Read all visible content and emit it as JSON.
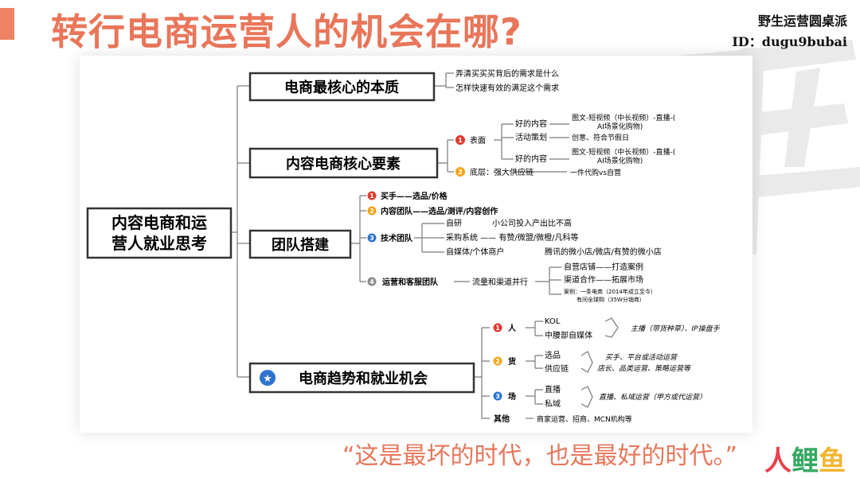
{
  "header": {
    "title": "转行电商运营人的机会在哪?",
    "brand_name": "野生运营圆桌派",
    "brand_id": "ID：dugu9bubai"
  },
  "footer": {
    "quote": "“这是最坏的时代，也是最好的时代。”",
    "logo_chars": [
      "人",
      "鲤",
      "鱼"
    ]
  },
  "mindmap": {
    "root": "内容电商和运营人就业思考",
    "root_lines": [
      "内容电商和运",
      "营人就业思考"
    ],
    "branch1": {
      "title": "电商最核心的本质",
      "items": [
        "弄清买买买背后的需求是什么",
        "怎样快速有效的满足这个需求"
      ]
    },
    "branch2": {
      "title": "内容电商核心要素",
      "sub1": {
        "num": "1",
        "label": "表面",
        "g1_label": "好的内容",
        "g1_line1": "图文-短视频（中长视频）-直播-(",
        "g1_line2": "AI场景化购物)",
        "g2_label": "活动策划",
        "g2_value": "创意、符合节假日",
        "g3_label": "好的内容",
        "g3_line1": "图文-短视频（中长视频）-直播-(",
        "g3_line2": "AI场景化购物)"
      },
      "sub2": {
        "num": "2",
        "label": "底层：强大供应链",
        "value": "一件代购vs自营"
      }
    },
    "branch3": {
      "title": "团队搭建",
      "sub1": {
        "num": "1",
        "label": "买手——选品/价格"
      },
      "sub2": {
        "num": "2",
        "label": "内容团队——选品/测评/内容创作"
      },
      "sub3": {
        "num": "3",
        "label": "技术团队",
        "r1_label": "自研",
        "r1_value": "小公司投入产出比不高",
        "r2_label": "采购系统 —— 有赞/微盟/微橙/凡科等",
        "r3_label": "自媒体/个体商户",
        "r3_value": "腾讯的微小店/微店/有赞的微小店"
      },
      "sub4": {
        "num": "4",
        "label": "运营和客服团队",
        "mid": "流量和渠道并行",
        "r1": "自营店铺——打造案例",
        "r2": "渠道合作——拓展市场",
        "r3_line1": "案例：一条电商（2014年成立至今）",
        "r3_line2": "有间全球购（35W分销商）"
      }
    },
    "branch4": {
      "title": "电商趋势和就业机会",
      "star_icon": "star-icon",
      "sub1": {
        "num": "1",
        "label": "人",
        "r1": "KOL",
        "r2": "中腰部自媒体",
        "note": "主播（带货种草）、IP操盘手"
      },
      "sub2": {
        "num": "2",
        "label": "货",
        "r1": "选品",
        "r2": "供应链",
        "note_line1": "买手、平台或活动运营",
        "note_line2": "店长、品类运营、策略运营等"
      },
      "sub3": {
        "num": "3",
        "label": "场",
        "r1": "直播",
        "r2": "私域",
        "note": "直播、私域运营（甲方或代运营）"
      },
      "other": {
        "label": "其他",
        "value": "商家运营、招商、MCN机构等"
      }
    }
  },
  "colors": {
    "accent": "#e9765a",
    "red_badge": "#e23b2e",
    "orange_badge": "#f2a41b",
    "blue_badge": "#2d74d0",
    "grey_badge": "#8a8a8a",
    "line": "#7a7a7a"
  }
}
